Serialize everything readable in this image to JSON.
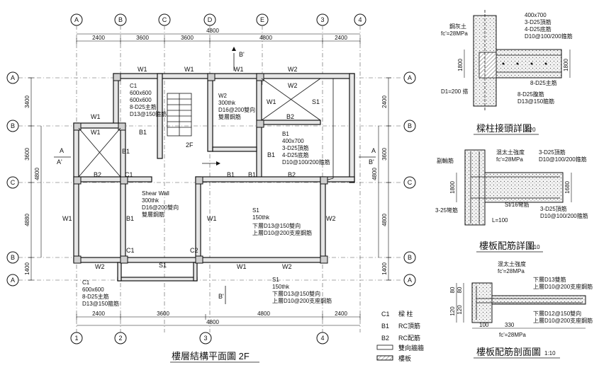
{
  "plan": {
    "title": "樓層結構平面圖 2F",
    "grid_top": [
      "A",
      "B",
      "C",
      "D",
      "E",
      "3",
      "4"
    ],
    "grid_bottom": [
      "1",
      "2",
      "3",
      "4"
    ],
    "grid_left": [
      "A",
      "B",
      "C",
      "B",
      "A"
    ],
    "grid_right": [
      "A",
      "B",
      "C",
      "B",
      "A"
    ],
    "dims_top_total": "4800",
    "dims_top": [
      "2400",
      "3600",
      "3600",
      "4800",
      "2400"
    ],
    "dims_bottom_total": "4800",
    "dims_bottom": [
      "2400",
      "3600",
      "4800",
      "2400"
    ],
    "dims_left": [
      "3400",
      "3600",
      "4880",
      "1400"
    ],
    "dims_left_total": "4800",
    "dims_right": [
      "2400",
      "3600",
      "4800",
      "1400"
    ],
    "dims_right_total": "4800",
    "labels": {
      "w1": "W1",
      "w2": "W2",
      "b1": "B1",
      "b2": "B2",
      "c1": "C1",
      "c2": "C2",
      "s1": "S1",
      "a": "A",
      "a_prime": "A'",
      "b_prime": "B'",
      "stair": "2F",
      "c1_note": [
        "C1",
        "600x600",
        "600x600",
        "8-D25主筋",
        "D13@150箍筋"
      ],
      "w2_note": [
        "W2",
        "300thk",
        "D16@200雙向",
        "雙層鋼筋"
      ],
      "b1_note": [
        "B1",
        "400x700",
        "3-D25頂筋",
        "4-D25底筋",
        "D10@100/200箍筋"
      ],
      "shear_note": [
        "Shear Wall",
        "300thk",
        "D16@200雙向",
        "雙層鋼筋"
      ],
      "s1_note": [
        "S1",
        "150thk",
        "下層D13@150雙向",
        "上層D10@200支座鋼筋"
      ],
      "c1_bottom_note": [
        "C1",
        "600x600",
        "8-D25主筋",
        "D13@150箍筋"
      ],
      "s1_bottom_note": [
        "S1",
        "150thk",
        "下層D13@150雙向",
        "上層D10@200支座鋼筋"
      ]
    },
    "legend": [
      {
        "code": "C1",
        "text": "樑 柱"
      },
      {
        "code": "B1",
        "text": "RC頂筋"
      },
      {
        "code": "B2",
        "text": "RC配筋"
      },
      {
        "code": "",
        "text": "雙向牆牆"
      },
      {
        "code": "",
        "text": "樓板"
      }
    ]
  },
  "detail1": {
    "title": "樑柱接頭詳圖",
    "scale": "1:20",
    "notes": [
      "400x700",
      "3-D25頂筋",
      "4-D25底筋",
      "D10@100/200箍筋",
      "8-D25主筋",
      "8-D25腹筋",
      "D13@150箍筋"
    ],
    "left_notes": [
      "鋼灰土",
      "fc'=28MPa"
    ],
    "d1": "D1=200 搭",
    "dim_v": "1800",
    "dim_v2": "1800"
  },
  "detail2": {
    "title": "樓板配筋詳圖",
    "scale": "1:10",
    "notes": [
      "混太土強度",
      "fc'=28MPa",
      "3-D25頂筋",
      "D10@100/200箍筋",
      "St/16彎筋",
      "3-D25頂筋",
      "D10@100/200箍筋"
    ],
    "left_notes": [
      "副輸筋",
      "3-25彎筋"
    ],
    "dims": [
      "1800",
      "1680",
      "L=100"
    ]
  },
  "detail3": {
    "title": "樓板配筋剖面圖",
    "scale": "1:10",
    "notes": [
      "混太土強度",
      "fc'=28MPa",
      "下層D13雙筋",
      "上層D10@200支座鋼筋",
      "下層D12@150雙向",
      "上層D10@200支座鋼筋"
    ],
    "dims": [
      "80",
      "120",
      "80",
      "120",
      "330",
      "100"
    ],
    "bottom_note": "fc'=28MPa"
  }
}
